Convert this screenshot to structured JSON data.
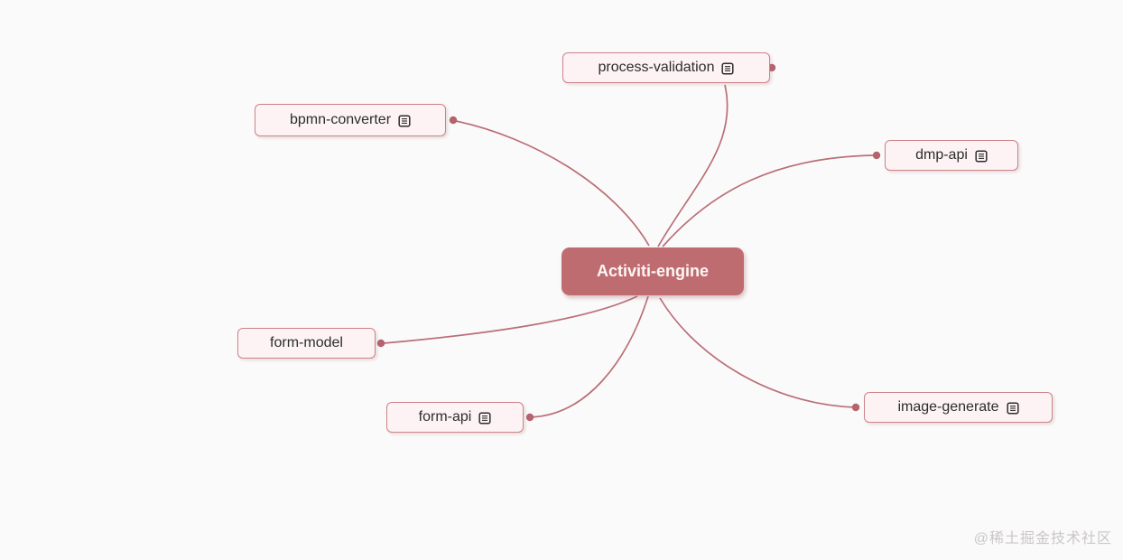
{
  "app": {
    "type": "mind-map",
    "background": "#fbfafa"
  },
  "palette": {
    "edge_line": "#b96f77",
    "connector_dot": "#b5636d",
    "branch_fill": "#fdf3f4",
    "branch_border": "#cc8289",
    "branch_text": "#2d2d2d",
    "root_fill": "#bf6c70",
    "root_text": "#fdf6f6",
    "watermark_text_color": "#c9c6c6"
  },
  "root": {
    "id": "activiti-engine",
    "label": "Activiti-engine"
  },
  "nodes": [
    {
      "id": "process-validation",
      "label": "process-validation",
      "icon": "notes-icon",
      "side": "top"
    },
    {
      "id": "bpmn-converter",
      "label": "bpmn-converter",
      "icon": "notes-icon",
      "side": "left"
    },
    {
      "id": "dmp-api",
      "label": "dmp-api",
      "icon": "notes-icon",
      "side": "right"
    },
    {
      "id": "form-model",
      "label": "form-model",
      "icon": null,
      "side": "left"
    },
    {
      "id": "form-api",
      "label": "form-api",
      "icon": "notes-icon",
      "side": "bottom-left"
    },
    {
      "id": "image-generate",
      "label": "image-generate",
      "icon": "notes-icon",
      "side": "bottom-right"
    }
  ],
  "edges": [
    {
      "from": "activiti-engine",
      "to": "process-validation"
    },
    {
      "from": "activiti-engine",
      "to": "bpmn-converter"
    },
    {
      "from": "activiti-engine",
      "to": "dmp-api"
    },
    {
      "from": "activiti-engine",
      "to": "form-model"
    },
    {
      "from": "activiti-engine",
      "to": "form-api"
    },
    {
      "from": "activiti-engine",
      "to": "image-generate"
    }
  ],
  "watermark": {
    "text": "@稀土掘金技术社区"
  }
}
